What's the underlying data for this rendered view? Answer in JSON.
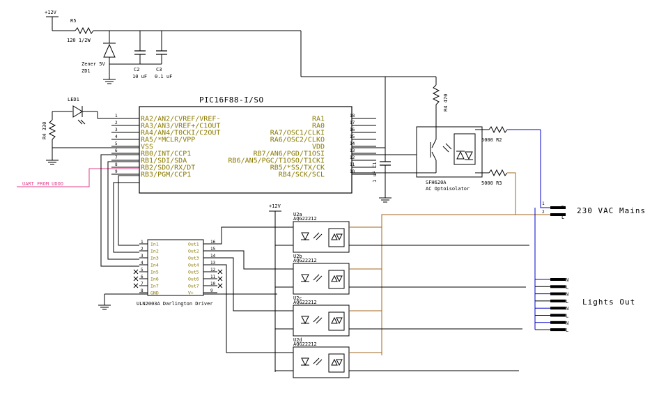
{
  "power": {
    "vcc_top": "+12V",
    "vcc_mid": "+12V"
  },
  "resistors": {
    "r5": {
      "ref": "R5",
      "value": "120 1/2W"
    },
    "r4": {
      "ref": "R4 330"
    },
    "r4b": {
      "ref": "R4 470"
    },
    "r2": {
      "ref": "5000 R2"
    },
    "r3": {
      "ref": "5000 R3"
    }
  },
  "zener": {
    "name": "Zener 5V",
    "ref": "ZD1"
  },
  "caps": {
    "c2": "C2",
    "c3": "C3",
    "c2_val": "10 uF",
    "c3_val": "0.1 uF",
    "c1": "1 uF C1"
  },
  "led": {
    "ref": "LED1"
  },
  "uart": {
    "label": "UART FROM UDOO"
  },
  "mcu": {
    "name": "PIC16F88-I/SO",
    "left_pins": [
      {
        "num": "1",
        "label": "RA2/AN2/CVREF/VREF-"
      },
      {
        "num": "2",
        "label": "RA3/AN3/VREF+/C1OUT"
      },
      {
        "num": "3",
        "label": "RA4/AN4/T0CKI/C2OUT"
      },
      {
        "num": "4",
        "label": "RA5/*MCLR/VPP"
      },
      {
        "num": "5",
        "label": "VSS"
      },
      {
        "num": "6",
        "label": "RB0/INT/CCP1"
      },
      {
        "num": "7",
        "label": "RB1/SDI/SDA"
      },
      {
        "num": "8",
        "label": "RB2/SDO/RX/DT"
      },
      {
        "num": "9",
        "label": "RB3/PGM/CCP1"
      }
    ],
    "right_pins": [
      {
        "num": "18",
        "label": "RA1"
      },
      {
        "num": "17",
        "label": "RA0"
      },
      {
        "num": "16",
        "label": "RA7/OSC1/CLKI"
      },
      {
        "num": "15",
        "label": "RA6/OSC2/CLKO"
      },
      {
        "num": "14",
        "label": "VDD"
      },
      {
        "num": "13",
        "label": "RB7/AN6/PGD/T1OSI"
      },
      {
        "num": "12",
        "label": "RB6/AN5/PGC/T1OSO/T1CKI"
      },
      {
        "num": "11",
        "label": "RB5/*SS/TX/CK"
      },
      {
        "num": "10",
        "label": "RB4/SCK/SCL"
      }
    ]
  },
  "opto": {
    "ref": "SFH620A",
    "desc": "AC Optoisolator"
  },
  "mains": {
    "label": "230 VAC Mains",
    "pins": [
      "N",
      "L"
    ]
  },
  "driver": {
    "label": "ULN2003A Darlington Driver",
    "in_pins": [
      {
        "num": "1",
        "label": "In1"
      },
      {
        "num": "2",
        "label": "In2"
      },
      {
        "num": "3",
        "label": "In3"
      },
      {
        "num": "4",
        "label": "In4"
      },
      {
        "num": "5",
        "label": "In5"
      },
      {
        "num": "6",
        "label": "In6"
      },
      {
        "num": "7",
        "label": "In7"
      },
      {
        "num": "8",
        "label": "GND"
      }
    ],
    "out_pins": [
      {
        "num": "16",
        "label": "Out1"
      },
      {
        "num": "15",
        "label": "Out2"
      },
      {
        "num": "14",
        "label": "Out3"
      },
      {
        "num": "13",
        "label": "Out4"
      },
      {
        "num": "12",
        "label": "Out5"
      },
      {
        "num": "11",
        "label": "Out6"
      },
      {
        "num": "10",
        "label": "Out7"
      },
      {
        "num": "9",
        "label": "V+"
      }
    ]
  },
  "relays": [
    {
      "ref": "U2a",
      "part": "AQG22212"
    },
    {
      "ref": "U2b",
      "part": "AQG22212"
    },
    {
      "ref": "U2c",
      "part": "AQG22212"
    },
    {
      "ref": "U2d",
      "part": "AQG22212"
    }
  ],
  "lights": {
    "label": "Lights Out",
    "pins": [
      "N",
      "L",
      "N",
      "L",
      "N",
      "L",
      "N",
      "L"
    ]
  },
  "colors": {
    "wire": "#000000",
    "pin_text": "#8a7a00",
    "net_blue": "#0000c8",
    "net_brown": "#a0641e",
    "net_pink": "#e0408a"
  }
}
